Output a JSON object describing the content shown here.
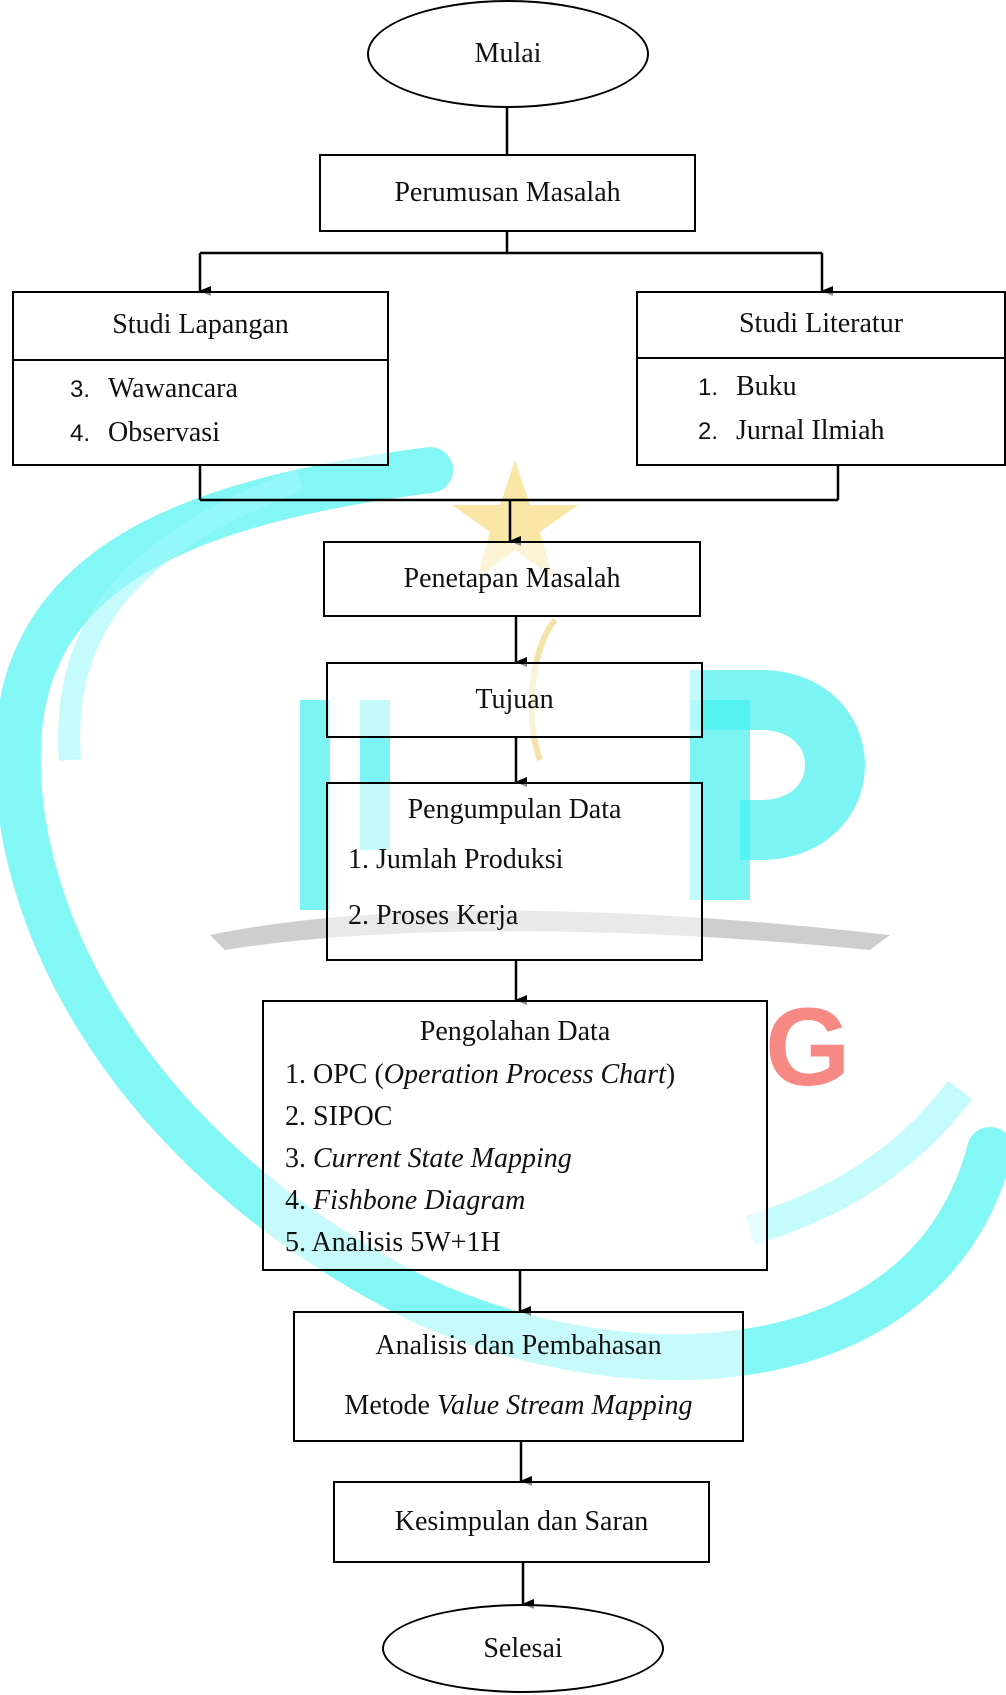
{
  "flow": {
    "start": "Mulai",
    "perumusan": "Perumusan Masalah",
    "studi_lapangan": {
      "title": "Studi Lapangan",
      "items": [
        {
          "num": "3.",
          "text": "Wawancara"
        },
        {
          "num": "4.",
          "text": "Observasi"
        }
      ]
    },
    "studi_literatur": {
      "title": "Studi Literatur",
      "items": [
        {
          "num": "1.",
          "text": "Buku"
        },
        {
          "num": "2.",
          "text": "Jurnal Ilmiah"
        }
      ]
    },
    "penetapan": "Penetapan Masalah",
    "tujuan": "Tujuan",
    "pengumpulan": {
      "title": "Pengumpulan Data",
      "items": [
        "1. Jumlah Produksi",
        "2. Proses Kerja"
      ]
    },
    "pengolahan": {
      "title": "Pengolahan Data",
      "item1_prefix": "1. OPC (",
      "item1_italic": "Operation Process Chart",
      "item1_suffix": ")",
      "item2": "2. SIPOC",
      "item3_prefix": "3. ",
      "item3_italic": "Current State Mapping",
      "item4_prefix": "4. ",
      "item4_italic": "Fishbone Diagram",
      "item5": "5. Analisis 5W+1H"
    },
    "analisis": {
      "title": "Analisis dan Pembahasan",
      "method_prefix": "Metode ",
      "method_italic": "Value Stream Mapping"
    },
    "kesimpulan": "Kesimpulan dan Saran",
    "end": "Selesai"
  },
  "watermark": {
    "letters": [
      "U",
      "P",
      "G"
    ],
    "colors": {
      "cyan": "#19f0f0",
      "gold": "#f5d36a",
      "gray": "#b8b8b8",
      "red": "#f25c54"
    }
  }
}
